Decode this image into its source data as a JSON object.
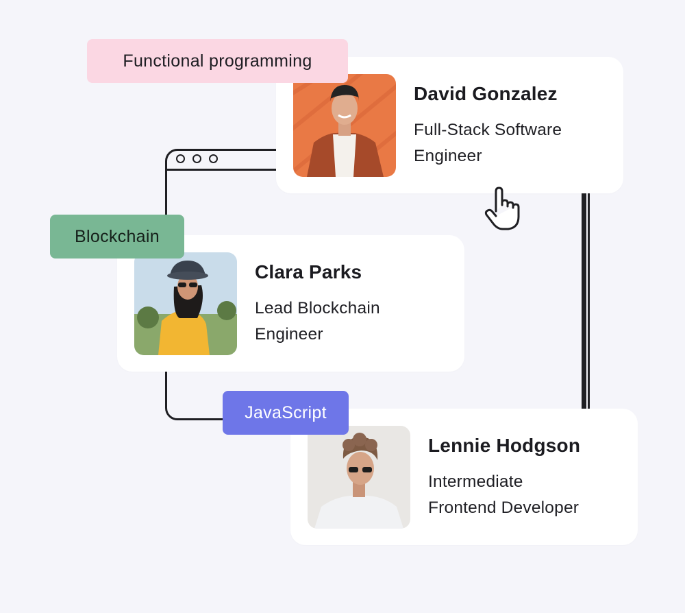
{
  "profiles": [
    {
      "name": "David Gonzalez",
      "role_lines": [
        "Full-Stack Software",
        "Engineer"
      ],
      "photo": "young-man-beanie-orange-wall"
    },
    {
      "name": "Clara Parks",
      "role_lines": [
        "Lead Blockchain",
        "Engineer"
      ],
      "photo": "woman-bucket-hat-yellow-jacket"
    },
    {
      "name": "Lennie Hodgson",
      "role_lines": [
        "Intermediate",
        "Frontend Developer"
      ],
      "photo": "young-man-curly-hair-sunglasses"
    }
  ],
  "tags": {
    "functional": {
      "label": "Functional programming",
      "color": "#fbd7e3"
    },
    "blockchain": {
      "label": "Blockchain",
      "color": "#79b794"
    },
    "javascript": {
      "label": "JavaScript",
      "color": "#6e76e8"
    }
  },
  "icons": {
    "cursor": "hand-pointer-icon",
    "window_controls": "window-dots-icon"
  }
}
